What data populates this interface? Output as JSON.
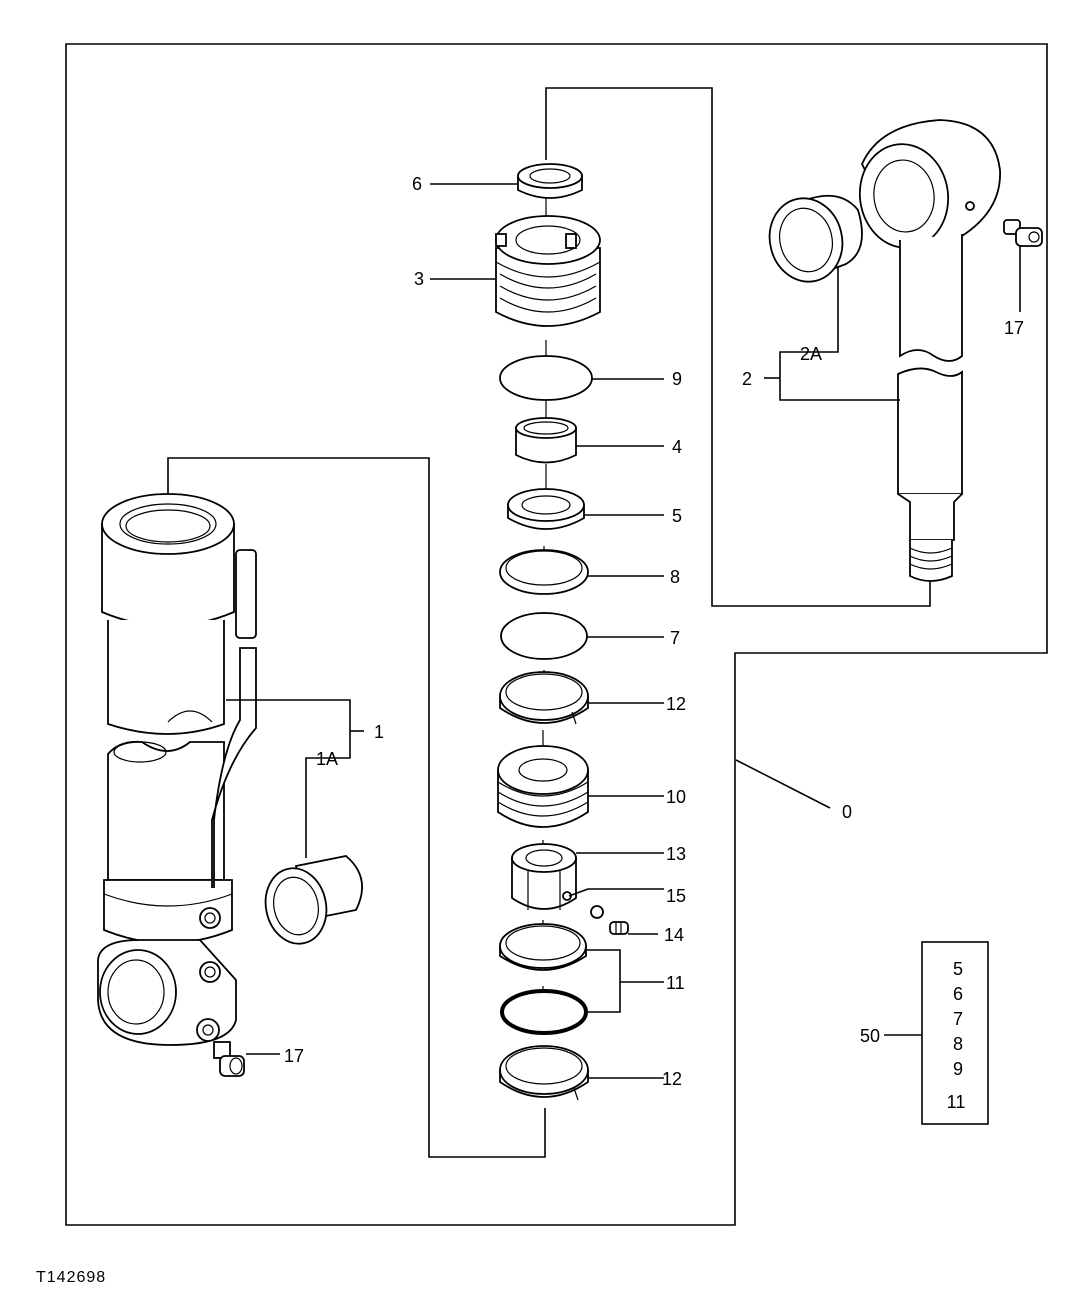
{
  "figure_code": "T142698",
  "callouts": {
    "c6": "6",
    "c3": "3",
    "c9": "9",
    "c4": "4",
    "c5": "5",
    "c8": "8",
    "c7": "7",
    "c12a": "12",
    "c10": "10",
    "c13": "13",
    "c15": "15",
    "c14": "14",
    "c11": "11",
    "c12b": "12",
    "c1": "1",
    "c1A": "1A",
    "c17a": "17",
    "c2": "2",
    "c2A": "2A",
    "c17b": "17",
    "c0": "0",
    "c50": "50"
  },
  "kit_box": {
    "items": [
      "5",
      "6",
      "7",
      "8",
      "9",
      "11"
    ]
  },
  "parts": [
    {
      "id": "1",
      "icon": "cylinder-barrel-icon"
    },
    {
      "id": "1A",
      "icon": "bushing-icon"
    },
    {
      "id": "2",
      "icon": "piston-rod-icon"
    },
    {
      "id": "2A",
      "icon": "bushing-icon"
    },
    {
      "id": "3",
      "icon": "cylinder-head-icon"
    },
    {
      "id": "4",
      "icon": "bushing-icon"
    },
    {
      "id": "5",
      "icon": "rod-seal-icon"
    },
    {
      "id": "6",
      "icon": "wiper-seal-icon"
    },
    {
      "id": "7",
      "icon": "o-ring-icon"
    },
    {
      "id": "8",
      "icon": "backup-ring-icon"
    },
    {
      "id": "9",
      "icon": "o-ring-icon"
    },
    {
      "id": "10",
      "icon": "piston-icon"
    },
    {
      "id": "11",
      "icon": "piston-seal-icon"
    },
    {
      "id": "12",
      "icon": "wear-ring-icon"
    },
    {
      "id": "13",
      "icon": "nut-icon"
    },
    {
      "id": "14",
      "icon": "set-screw-icon"
    },
    {
      "id": "15",
      "icon": "ball-icon"
    },
    {
      "id": "17",
      "icon": "grease-fitting-icon"
    }
  ]
}
